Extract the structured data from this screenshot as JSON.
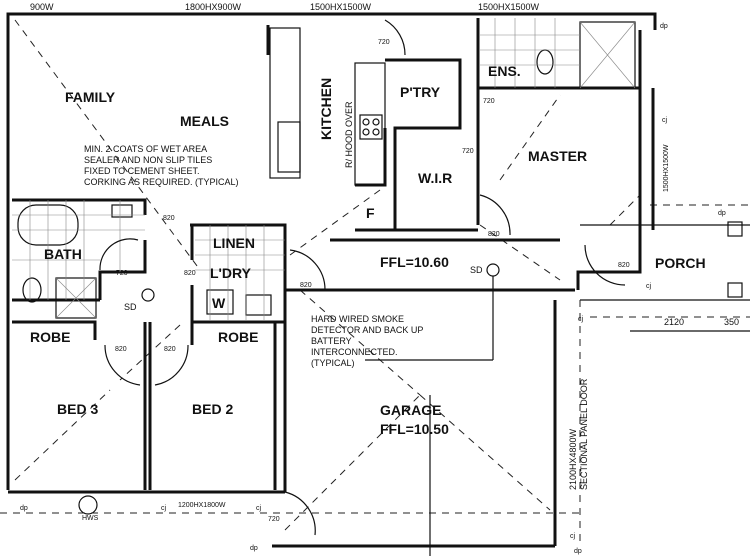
{
  "rooms": {
    "family": "FAMILY",
    "meals": "MEALS",
    "kitchen": "KITCHEN",
    "pantry": "P'TRY",
    "ensuite": "ENS.",
    "master": "MASTER",
    "wir": "W.I.R",
    "bath": "BATH",
    "linen": "LINEN",
    "laundry": "L'DRY",
    "robe_left": "ROBE",
    "robe_right": "ROBE",
    "bed3": "BED 3",
    "bed2": "BED 2",
    "garage": "GARAGE",
    "porch": "PORCH",
    "fridge": "F",
    "washer": "W"
  },
  "levels": {
    "house": "FFL=10.60",
    "garage": "FFL=10.50"
  },
  "notes": {
    "wet_area": [
      "MIN. 2 COATS OF WET AREA",
      "SEALER AND NON SLIP TILES",
      "FIXED TO CEMENT SHEET.",
      "CORKING AS REQUIRED. (TYPICAL)"
    ],
    "smoke": [
      "HARD WIRED SMOKE",
      "DETECTOR AND BACK UP",
      "BATTERY",
      "INTERCONNECTED.",
      "(TYPICAL)"
    ],
    "hood": "R/ HOOD OVER",
    "garage_door": [
      "2100HX4800W",
      "SECTIONAL PANEL DOOR"
    ]
  },
  "windows": {
    "top1": "900W",
    "top2": "1800HX900W",
    "top3": "1500HX1500W",
    "top4": "1500HX1500W",
    "master_side": "1500HX1500W",
    "bed_bottom": "1200HX1800W"
  },
  "doors": {
    "pantry": "720",
    "ensuite": "720",
    "wir": "720",
    "bath": "720",
    "linen": "820",
    "laundry": "820",
    "bed3": "820",
    "bed2": "820",
    "garage_entry": "820",
    "master": "820",
    "front": "820",
    "garage_side": "720"
  },
  "dimensions": {
    "porch_depth": "2120",
    "post": "350"
  },
  "symbols": {
    "smoke_detector_1": "SD",
    "smoke_detector_2": "SD",
    "downpipe": "dp",
    "control_joint": "cj",
    "hot_water": "HWS"
  }
}
